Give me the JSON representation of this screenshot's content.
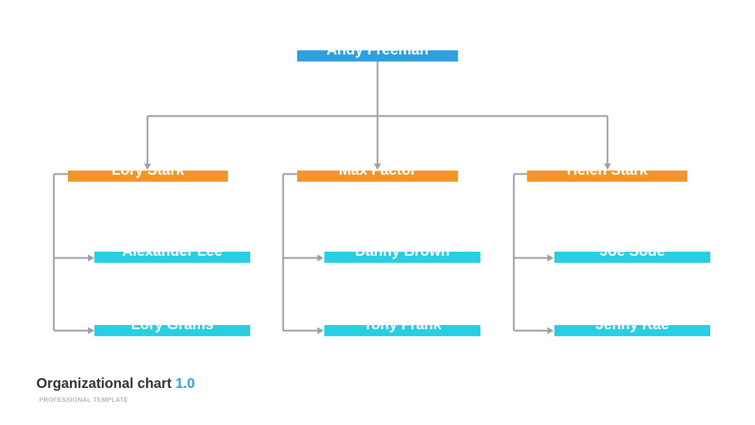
{
  "colors": {
    "root": "#2ca0e0",
    "manager": "#f2962a",
    "staff": "#26cfe2",
    "connector": "#9da2a6",
    "title": "#2d3238",
    "version": "#2aa3df",
    "subtitle": "#b4b8bc"
  },
  "org": {
    "root": {
      "name": "Andy Freeman"
    },
    "managers": [
      {
        "name": "Lory Stark",
        "reports": [
          {
            "name": "Alexander Lee"
          },
          {
            "name": "Lory Grams"
          }
        ]
      },
      {
        "name": "Max Factor",
        "reports": [
          {
            "name": "Danny Brown"
          },
          {
            "name": "Tony Frank"
          }
        ]
      },
      {
        "name": "Helen Stark",
        "reports": [
          {
            "name": "Joe Sode"
          },
          {
            "name": "Jenny Rae"
          }
        ]
      }
    ]
  },
  "footer": {
    "title": "Organizational chart",
    "version": "1.0",
    "subtitle": "PROFESSIONAL TEMPLATE"
  }
}
